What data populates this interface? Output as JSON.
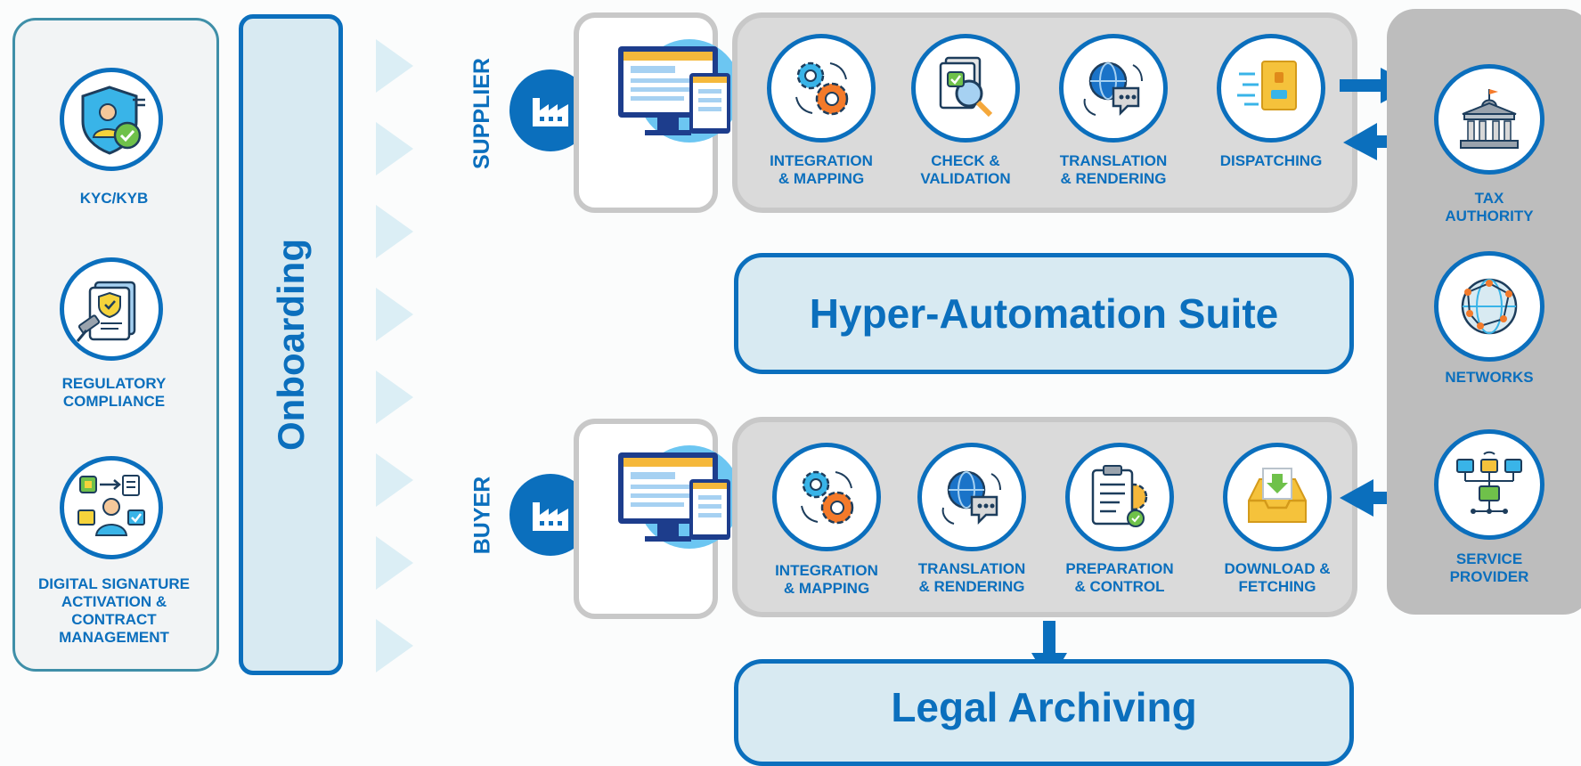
{
  "left_panel": {
    "items": [
      {
        "label": "KYC/KYB",
        "icon": "shield-user-check-icon"
      },
      {
        "label": "REGULATORY\nCOMPLIANCE",
        "icon": "certificate-shield-gavel-icon"
      },
      {
        "label": "DIGITAL SIGNATURE\nACTIVATION &\nCONTRACT\nMANAGEMENT",
        "icon": "digital-signature-workflow-icon"
      }
    ]
  },
  "onboarding": {
    "label": "Onboarding"
  },
  "supplier": {
    "label": "SUPPLIER",
    "steps": [
      {
        "label": "INTEGRATION\n& MAPPING",
        "icon": "gears-icon"
      },
      {
        "label": "CHECK &\nVALIDATION",
        "icon": "document-magnifier-icon"
      },
      {
        "label": "TRANSLATION\n& RENDERING",
        "icon": "globe-chat-icon"
      },
      {
        "label": "DISPATCHING",
        "icon": "fast-envelope-icon"
      }
    ]
  },
  "buyer": {
    "label": "BUYER",
    "steps": [
      {
        "label": "INTEGRATION\n& MAPPING",
        "icon": "gears-icon"
      },
      {
        "label": "TRANSLATION\n& RENDERING",
        "icon": "globe-chat-icon"
      },
      {
        "label": "PREPARATION\n& CONTROL",
        "icon": "clipboard-gear-icon"
      },
      {
        "label": "DOWNLOAD &\nFETCHING",
        "icon": "inbox-download-icon"
      }
    ]
  },
  "center": {
    "suite": "Hyper-Automation Suite",
    "archive": "Legal Archiving"
  },
  "right_panel": {
    "items": [
      {
        "label": "TAX\nAUTHORITY",
        "icon": "government-building-icon"
      },
      {
        "label": "NETWORKS",
        "icon": "network-globe-icon"
      },
      {
        "label": "SERVICE\nPROVIDER",
        "icon": "network-hierarchy-icon"
      }
    ]
  },
  "colors": {
    "primary": "#0b6fbd",
    "light_blue": "#d8eaf2",
    "grey_box": "#dadada",
    "grey_panel": "#bdbdbd"
  }
}
